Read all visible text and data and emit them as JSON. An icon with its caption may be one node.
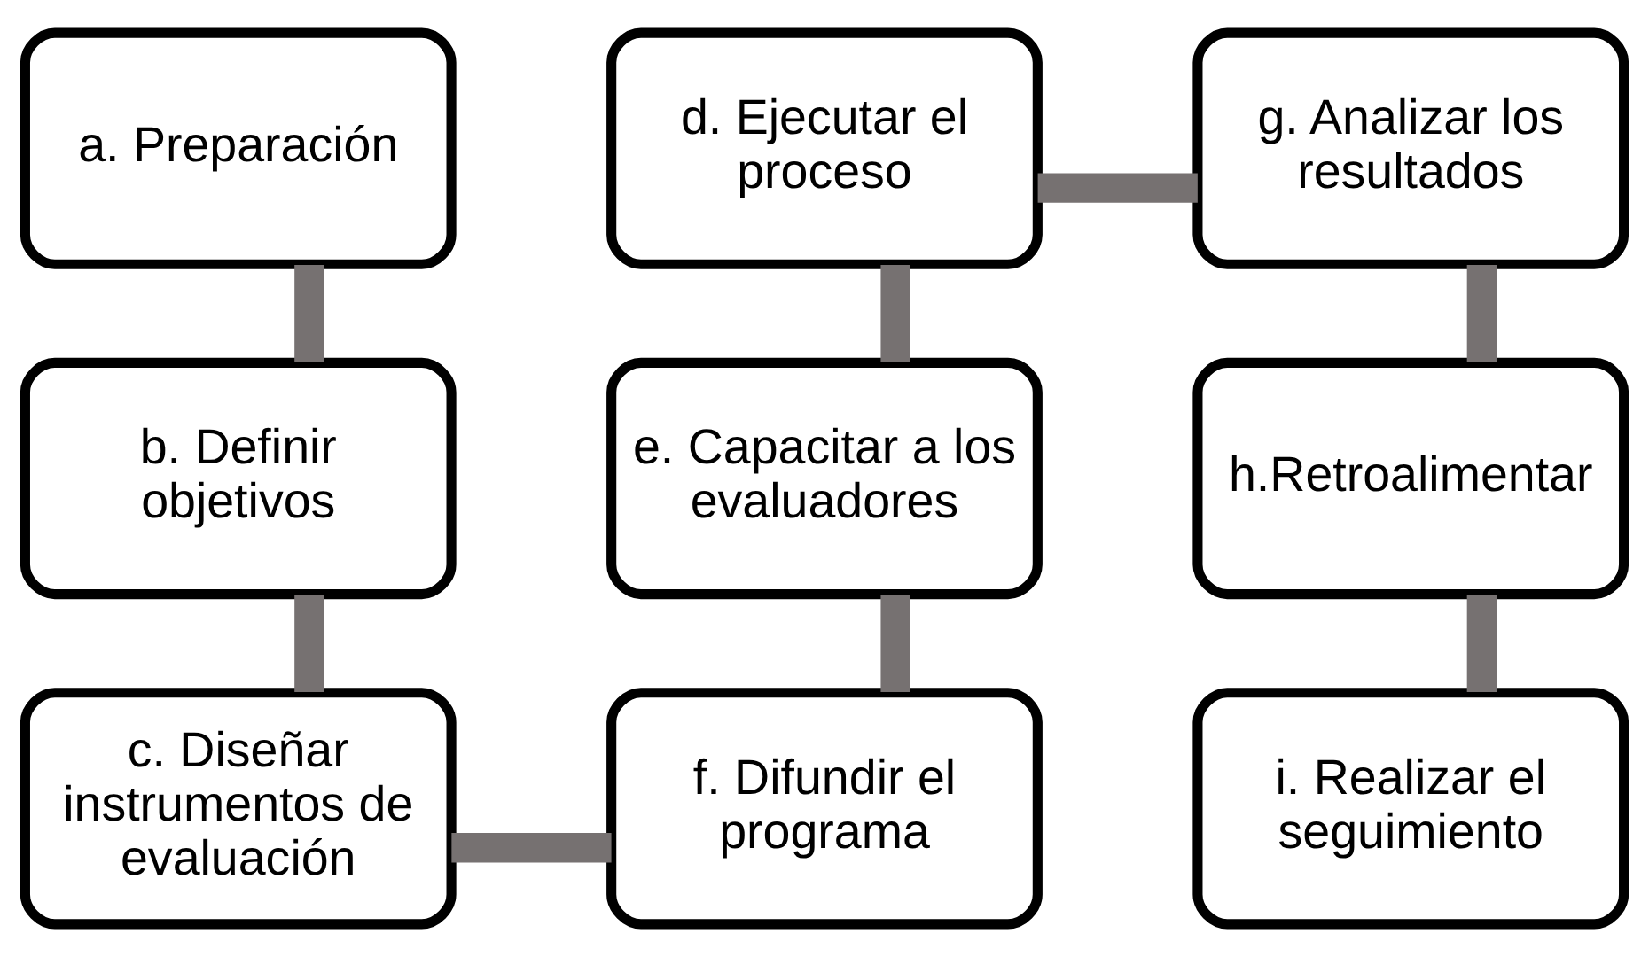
{
  "diagram": {
    "nodes": [
      {
        "text": [
          "a. Preparación"
        ]
      },
      {
        "text": [
          "b. Definir objetivos"
        ]
      },
      {
        "text": [
          "c. Diseñar instrumentos de evaluación"
        ]
      },
      {
        "text": [
          "d. Ejecutar el proceso"
        ]
      },
      {
        "text": [
          "e. Capacitar a los evaluadores"
        ]
      },
      {
        "text": [
          "f. Difundir el programa"
        ]
      },
      {
        "text": [
          "g. Analizar los resultados"
        ]
      },
      {
        "text": [
          "h.Retroalimentar"
        ]
      },
      {
        "text": [
          "i. Realizar el seguimiento"
        ]
      }
    ],
    "edges": [
      {
        "from": 0,
        "to": 1,
        "arrow": "none"
      },
      {
        "from": 1,
        "to": 2,
        "arrow": "none"
      },
      {
        "from": 2,
        "to": 5,
        "arrow": "none"
      },
      {
        "from": 5,
        "to": 4,
        "arrow": "none"
      },
      {
        "from": 4,
        "to": 3,
        "arrow": "none"
      },
      {
        "from": 3,
        "to": 6,
        "arrow": "none"
      },
      {
        "from": 6,
        "to": 7,
        "arrow": "none"
      },
      {
        "from": 7,
        "to": 8,
        "arrow": "none"
      }
    ]
  }
}
